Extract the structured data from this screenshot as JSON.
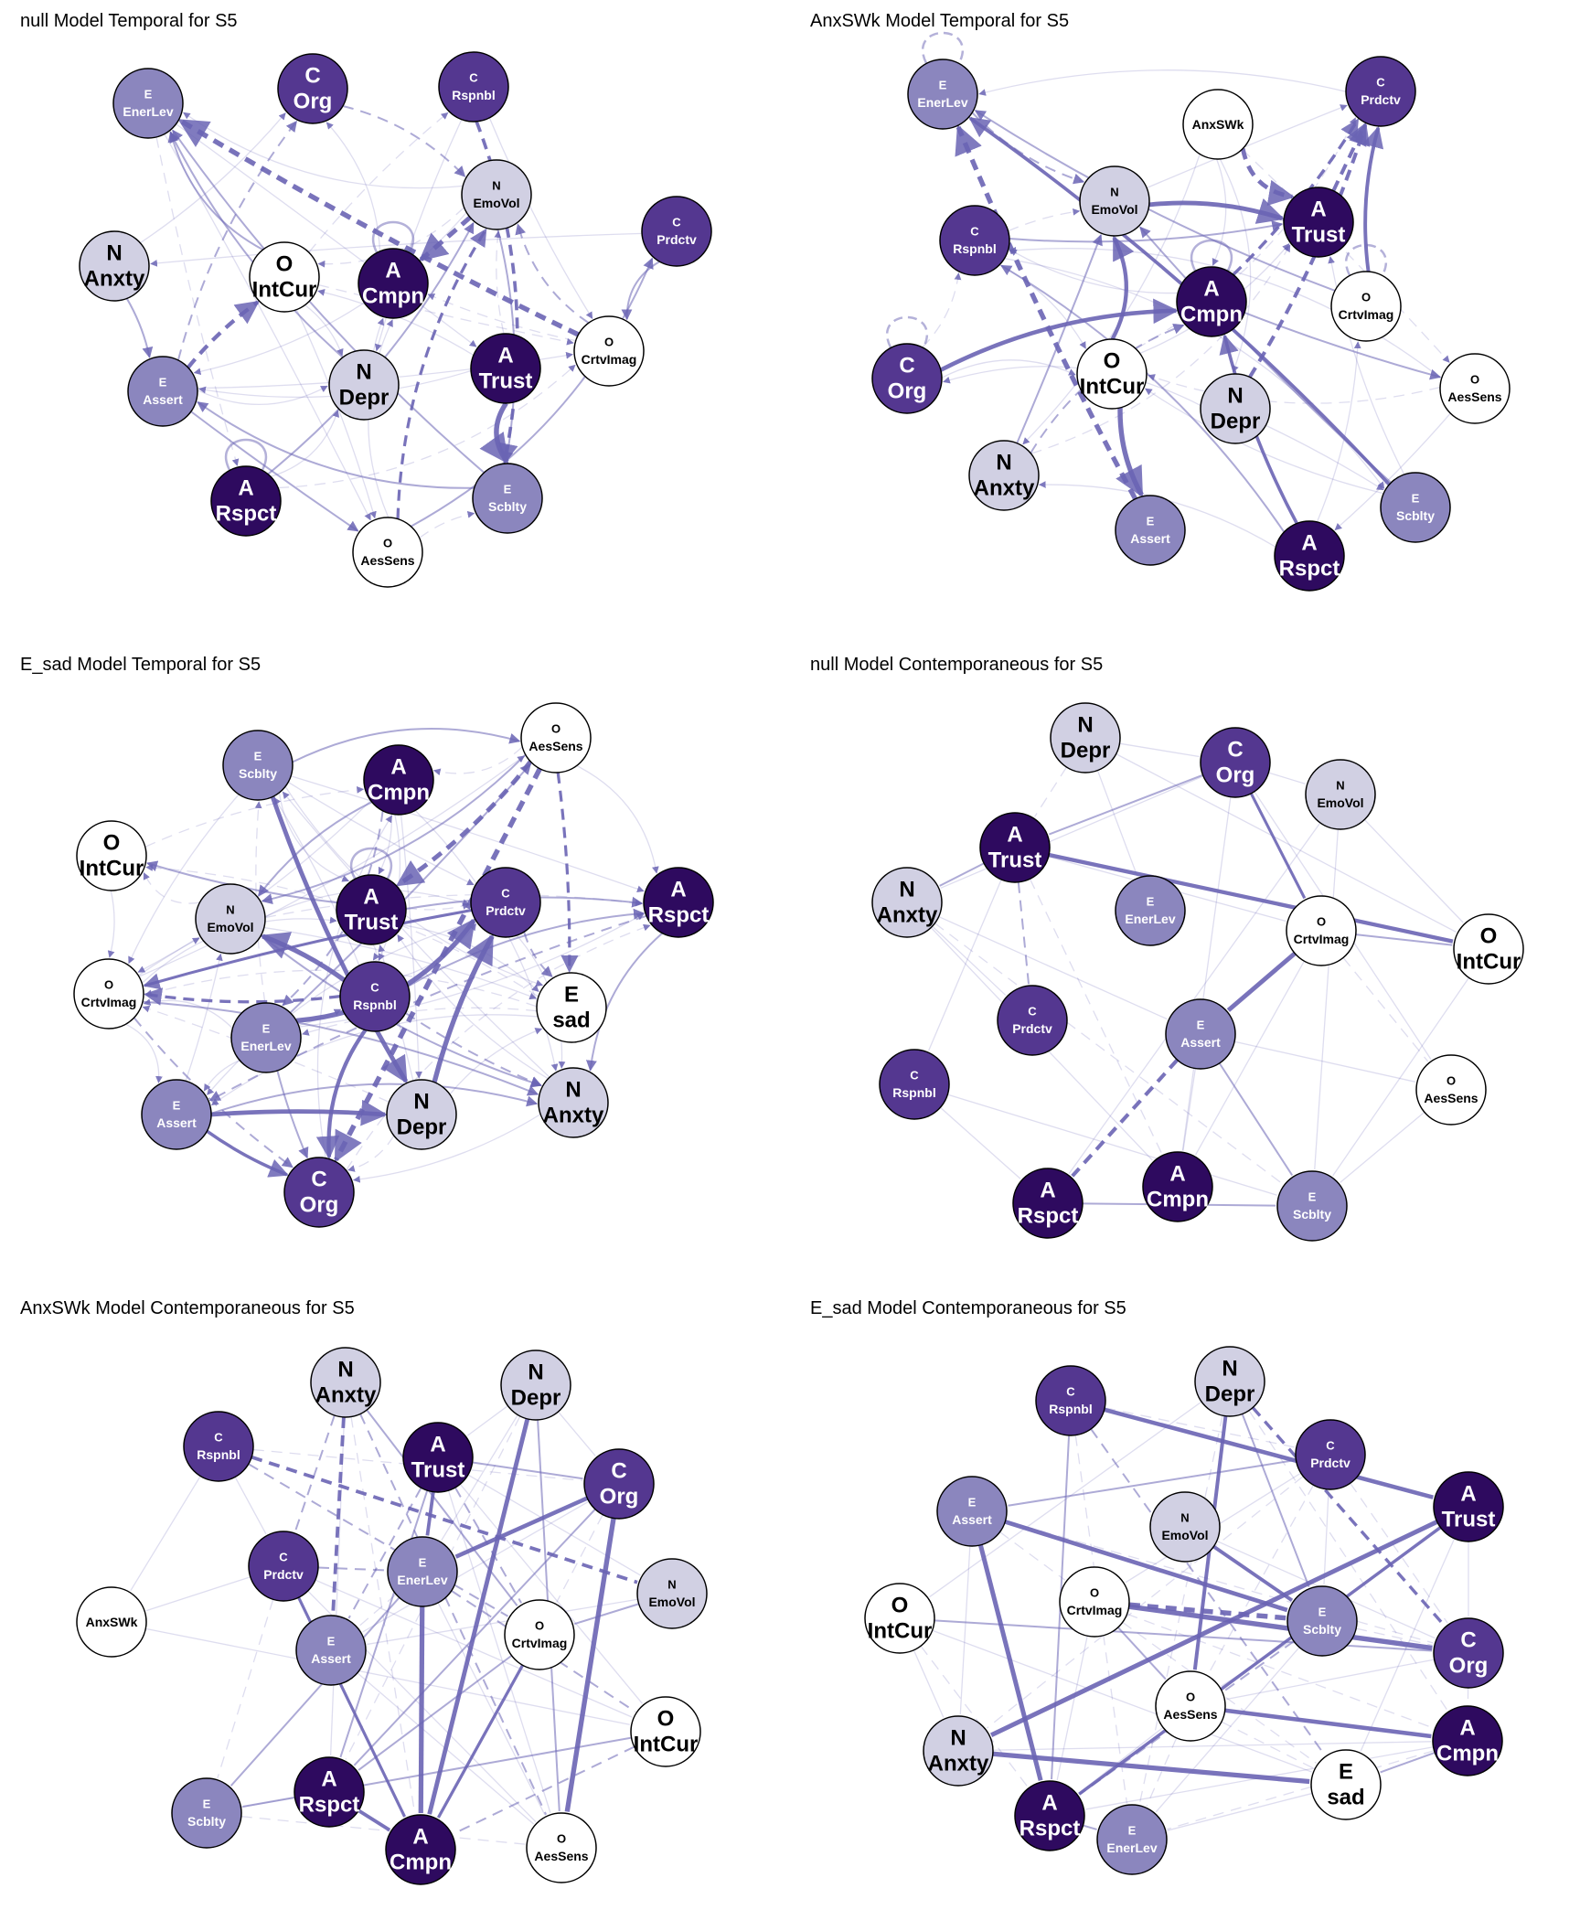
{
  "colors": {
    "edge_positive": "#6a64b4",
    "A": "#2e0a5f",
    "C": "#543790",
    "E": "#8b86be",
    "N": "#d1d0e3",
    "O": "#ffffff",
    "X": "#ffffff"
  },
  "panels": [
    {
      "title": "null Model Temporal for S5",
      "kind": "temporal",
      "nodes": [
        {
          "id": "EnerLev",
          "trait": "E",
          "label": "EnerLev",
          "small": true
        },
        {
          "id": "Org",
          "trait": "C",
          "label": "Org",
          "small": false
        },
        {
          "id": "Rspnbl",
          "trait": "C",
          "label": "Rspnbl",
          "small": true
        },
        {
          "id": "EmoVol",
          "trait": "N",
          "label": "EmoVol",
          "small": true
        },
        {
          "id": "Prdctv",
          "trait": "C",
          "label": "Prdctv",
          "small": true
        },
        {
          "id": "Anxty",
          "trait": "N",
          "label": "Anxty",
          "small": false
        },
        {
          "id": "IntCur",
          "trait": "O",
          "label": "IntCur",
          "small": false
        },
        {
          "id": "Cmpn",
          "trait": "A",
          "label": "Cmpn",
          "small": false
        },
        {
          "id": "Trust",
          "trait": "A",
          "label": "Trust",
          "small": false
        },
        {
          "id": "CrtvImag",
          "trait": "O",
          "label": "CrtvImag",
          "small": true
        },
        {
          "id": "Assert",
          "trait": "E",
          "label": "Assert",
          "small": true
        },
        {
          "id": "Depr",
          "trait": "N",
          "label": "Depr",
          "small": false
        },
        {
          "id": "Rspct",
          "trait": "A",
          "label": "Rspct",
          "small": false
        },
        {
          "id": "Scblty",
          "trait": "E",
          "label": "Scblty",
          "small": true
        },
        {
          "id": "AesSens",
          "trait": "O",
          "label": "AesSens",
          "small": true
        }
      ]
    },
    {
      "title": "AnxSWk Model Temporal for S5",
      "kind": "temporal",
      "nodes": [
        {
          "id": "EnerLev",
          "trait": "E",
          "label": "EnerLev",
          "small": true
        },
        {
          "id": "AnxSWk",
          "trait": "X",
          "label": "AnxSWk",
          "small": true
        },
        {
          "id": "Prdctv",
          "trait": "C",
          "label": "Prdctv",
          "small": true
        },
        {
          "id": "EmoVol",
          "trait": "N",
          "label": "EmoVol",
          "small": true
        },
        {
          "id": "Rspnbl",
          "trait": "C",
          "label": "Rspnbl",
          "small": true
        },
        {
          "id": "Trust",
          "trait": "A",
          "label": "Trust",
          "small": false
        },
        {
          "id": "Cmpn",
          "trait": "A",
          "label": "Cmpn",
          "small": false
        },
        {
          "id": "CrtvImag",
          "trait": "O",
          "label": "CrtvImag",
          "small": true
        },
        {
          "id": "Org",
          "trait": "C",
          "label": "Org",
          "small": false
        },
        {
          "id": "IntCur",
          "trait": "O",
          "label": "IntCur",
          "small": false
        },
        {
          "id": "Depr",
          "trait": "N",
          "label": "Depr",
          "small": false
        },
        {
          "id": "AesSens",
          "trait": "O",
          "label": "AesSens",
          "small": true
        },
        {
          "id": "Anxty",
          "trait": "N",
          "label": "Anxty",
          "small": false
        },
        {
          "id": "Assert",
          "trait": "E",
          "label": "Assert",
          "small": true
        },
        {
          "id": "Scblty",
          "trait": "E",
          "label": "Scblty",
          "small": true
        },
        {
          "id": "Rspct",
          "trait": "A",
          "label": "Rspct",
          "small": false
        }
      ]
    },
    {
      "title": "E_sad Model Temporal for S5",
      "kind": "temporal",
      "nodes": [
        {
          "id": "Scblty",
          "trait": "E",
          "label": "Scblty",
          "small": true
        },
        {
          "id": "Cmpn",
          "trait": "A",
          "label": "Cmpn",
          "small": false
        },
        {
          "id": "AesSens",
          "trait": "O",
          "label": "AesSens",
          "small": true
        },
        {
          "id": "IntCur",
          "trait": "O",
          "label": "IntCur",
          "small": false
        },
        {
          "id": "EmoVol",
          "trait": "N",
          "label": "EmoVol",
          "small": true
        },
        {
          "id": "Trust",
          "trait": "A",
          "label": "Trust",
          "small": false
        },
        {
          "id": "Prdctv",
          "trait": "C",
          "label": "Prdctv",
          "small": true
        },
        {
          "id": "Rspct",
          "trait": "A",
          "label": "Rspct",
          "small": false
        },
        {
          "id": "CrtvImag",
          "trait": "O",
          "label": "CrtvImag",
          "small": true
        },
        {
          "id": "Rspnbl",
          "trait": "C",
          "label": "Rspnbl",
          "small": true
        },
        {
          "id": "sad",
          "trait": "X",
          "label": "sad",
          "small": false
        },
        {
          "id": "EnerLev",
          "trait": "E",
          "label": "EnerLev",
          "small": true
        },
        {
          "id": "Assert",
          "trait": "E",
          "label": "Assert",
          "small": true
        },
        {
          "id": "Depr",
          "trait": "N",
          "label": "Depr",
          "small": false
        },
        {
          "id": "Anxty",
          "trait": "N",
          "label": "Anxty",
          "small": false
        },
        {
          "id": "Org",
          "trait": "C",
          "label": "Org",
          "small": false
        }
      ]
    },
    {
      "title": "null Model Contemporaneous for S5",
      "kind": "contemporaneous",
      "nodes": [
        {
          "id": "Depr",
          "trait": "N",
          "label": "Depr",
          "small": false
        },
        {
          "id": "Org",
          "trait": "C",
          "label": "Org",
          "small": false
        },
        {
          "id": "EmoVol",
          "trait": "N",
          "label": "EmoVol",
          "small": true
        },
        {
          "id": "Trust",
          "trait": "A",
          "label": "Trust",
          "small": false
        },
        {
          "id": "Anxty",
          "trait": "N",
          "label": "Anxty",
          "small": false
        },
        {
          "id": "EnerLev",
          "trait": "E",
          "label": "EnerLev",
          "small": true
        },
        {
          "id": "CrtvImag",
          "trait": "O",
          "label": "CrtvImag",
          "small": true
        },
        {
          "id": "IntCur",
          "trait": "O",
          "label": "IntCur",
          "small": false
        },
        {
          "id": "Prdctv",
          "trait": "C",
          "label": "Prdctv",
          "small": true
        },
        {
          "id": "Assert",
          "trait": "E",
          "label": "Assert",
          "small": true
        },
        {
          "id": "Rspnbl",
          "trait": "C",
          "label": "Rspnbl",
          "small": true
        },
        {
          "id": "AesSens",
          "trait": "O",
          "label": "AesSens",
          "small": true
        },
        {
          "id": "Rspct",
          "trait": "A",
          "label": "Rspct",
          "small": false
        },
        {
          "id": "Cmpn",
          "trait": "A",
          "label": "Cmpn",
          "small": false
        },
        {
          "id": "Scblty",
          "trait": "E",
          "label": "Scblty",
          "small": true
        }
      ]
    },
    {
      "title": "AnxSWk Model Contemporaneous for S5",
      "kind": "contemporaneous",
      "nodes": [
        {
          "id": "Anxty",
          "trait": "N",
          "label": "Anxty",
          "small": false
        },
        {
          "id": "Depr",
          "trait": "N",
          "label": "Depr",
          "small": false
        },
        {
          "id": "Rspnbl",
          "trait": "C",
          "label": "Rspnbl",
          "small": true
        },
        {
          "id": "Trust",
          "trait": "A",
          "label": "Trust",
          "small": false
        },
        {
          "id": "Org",
          "trait": "C",
          "label": "Org",
          "small": false
        },
        {
          "id": "Prdctv",
          "trait": "C",
          "label": "Prdctv",
          "small": true
        },
        {
          "id": "EnerLev",
          "trait": "E",
          "label": "EnerLev",
          "small": true
        },
        {
          "id": "EmoVol",
          "trait": "N",
          "label": "EmoVol",
          "small": true
        },
        {
          "id": "AnxSWk",
          "trait": "X",
          "label": "AnxSWk",
          "small": true
        },
        {
          "id": "Assert",
          "trait": "E",
          "label": "Assert",
          "small": true
        },
        {
          "id": "CrtvImag",
          "trait": "O",
          "label": "CrtvImag",
          "small": true
        },
        {
          "id": "IntCur",
          "trait": "O",
          "label": "IntCur",
          "small": false
        },
        {
          "id": "Scblty",
          "trait": "E",
          "label": "Scblty",
          "small": true
        },
        {
          "id": "Rspct",
          "trait": "A",
          "label": "Rspct",
          "small": false
        },
        {
          "id": "Cmpn",
          "trait": "A",
          "label": "Cmpn",
          "small": false
        },
        {
          "id": "AesSens",
          "trait": "O",
          "label": "AesSens",
          "small": true
        }
      ]
    },
    {
      "title": "E_sad Model Contemporaneous for S5",
      "kind": "contemporaneous",
      "nodes": [
        {
          "id": "Rspnbl",
          "trait": "C",
          "label": "Rspnbl",
          "small": true
        },
        {
          "id": "Depr",
          "trait": "N",
          "label": "Depr",
          "small": false
        },
        {
          "id": "Prdctv",
          "trait": "C",
          "label": "Prdctv",
          "small": true
        },
        {
          "id": "Trust",
          "trait": "A",
          "label": "Trust",
          "small": false
        },
        {
          "id": "Assert",
          "trait": "E",
          "label": "Assert",
          "small": true
        },
        {
          "id": "EmoVol",
          "trait": "N",
          "label": "EmoVol",
          "small": true
        },
        {
          "id": "CrtvImag",
          "trait": "O",
          "label": "CrtvImag",
          "small": true
        },
        {
          "id": "Scblty",
          "trait": "E",
          "label": "Scblty",
          "small": true
        },
        {
          "id": "IntCur",
          "trait": "O",
          "label": "IntCur",
          "small": false
        },
        {
          "id": "Org",
          "trait": "C",
          "label": "Org",
          "small": false
        },
        {
          "id": "AesSens",
          "trait": "O",
          "label": "AesSens",
          "small": true
        },
        {
          "id": "Anxty",
          "trait": "N",
          "label": "Anxty",
          "small": false
        },
        {
          "id": "Cmpn",
          "trait": "A",
          "label": "Cmpn",
          "small": false
        },
        {
          "id": "sad",
          "trait": "X",
          "label": "sad",
          "small": false
        },
        {
          "id": "Rspct",
          "trait": "A",
          "label": "Rspct",
          "small": false
        },
        {
          "id": "EnerLev",
          "trait": "E",
          "label": "EnerLev",
          "small": true
        }
      ]
    }
  ]
}
